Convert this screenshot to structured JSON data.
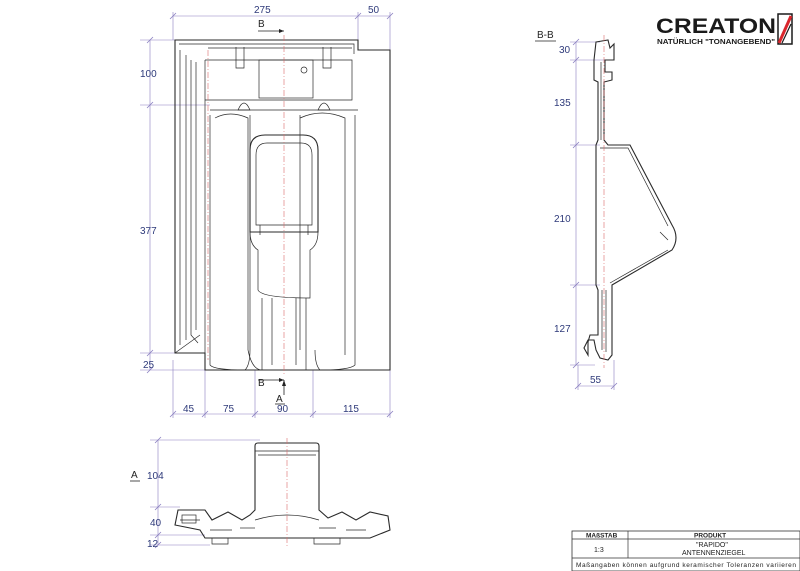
{
  "brand": {
    "name": "CREATON",
    "tagline": "NATÜRLICH \"TONANGEBEND\"",
    "accent": "#d9262c"
  },
  "front_view": {
    "dims_top": [
      "275",
      "50"
    ],
    "dims_left": [
      "100",
      "377",
      "25"
    ],
    "dims_bottom": [
      "45",
      "75",
      "90",
      "115"
    ],
    "section_mark_top": "B",
    "section_mark_bottom": "B",
    "view_mark": "A"
  },
  "side_view": {
    "dims_left": [
      "104",
      "40",
      "12"
    ],
    "view_mark": "A"
  },
  "section_view": {
    "title": "B-B",
    "dims_left": [
      "30",
      "135",
      "210",
      "127"
    ],
    "dim_bottom": "55"
  },
  "title_block": {
    "scale_header": "MAßSTAB",
    "product_header": "PRODUKT",
    "scale_value": "1:3",
    "product_line1": "\"RAPIDO\"",
    "product_line2": "ANTENNENZIEGEL",
    "disclaimer": "Maßangaben können aufgrund keramischer Toleranzen variieren"
  },
  "colors": {
    "outline": "#2a2a2a",
    "dimension": "#8a7fc0",
    "dimension_text": "#2e3a7a",
    "reference_line": "#d96a6a"
  }
}
